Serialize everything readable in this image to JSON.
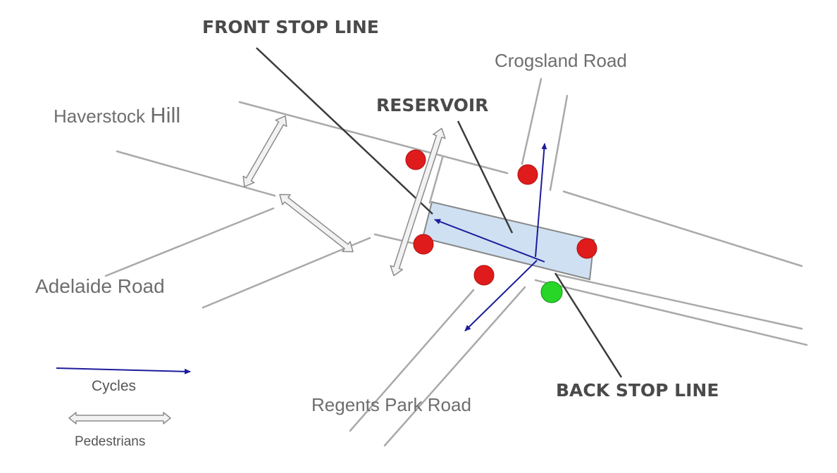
{
  "labels": {
    "front_stop_line": "FRONT STOP LINE",
    "reservoir": "RESERVOIR",
    "back_stop_line": "BACK STOP LINE"
  },
  "roads": {
    "crogsland": "Crogsland Road",
    "haverstock_main": "Haverstock ",
    "haverstock_hill": "Hill",
    "adelaide": "Adelaide Road",
    "regents_park": "Regents Park Road"
  },
  "legend": {
    "cycles": "Cycles",
    "pedestrians": "Pedestrians"
  },
  "colors": {
    "road_line": "#a9a9a9",
    "leader_line": "#3a3a3a",
    "cycle_arrow": "#1c1c9c",
    "signal_red": "#e01b1b",
    "signal_green": "#27d627",
    "reservoir_fill": "#cfe0f2",
    "reservoir_stroke": "#888888",
    "pedestrian_arrow_fill": "#f2f2f2",
    "pedestrian_arrow_stroke": "#8c8c8c"
  }
}
